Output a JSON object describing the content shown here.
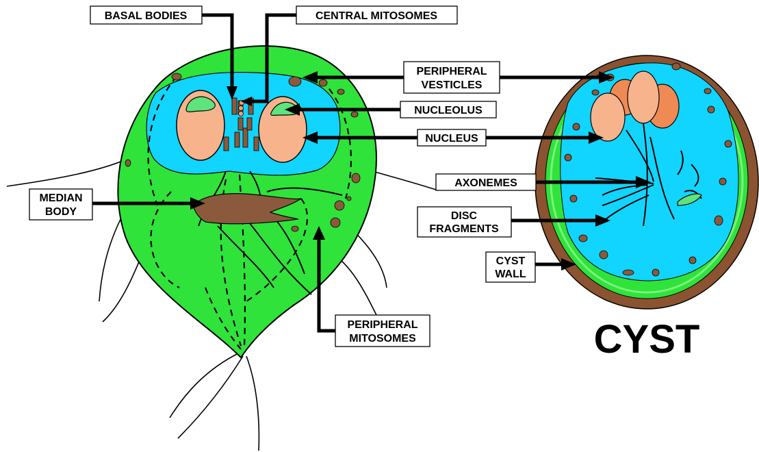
{
  "labels": {
    "basal_bodies": "BASAL BODIES",
    "central_mitosomes": "CENTRAL MITOSOMES",
    "peripheral_vesticles_1": "PERIPHERAL",
    "peripheral_vesticles_2": "VESTICLES",
    "nucleolus": "NUCLEOLUS",
    "nucleus": "NUCLEUS",
    "axonemes": "AXONEMES",
    "disc_fragments_1": "DISC",
    "disc_fragments_2": "FRAGMENTS",
    "cyst_wall_1": "CYST",
    "cyst_wall_2": "WALL",
    "median_body_1": "MEDIAN",
    "median_body_2": "BODY",
    "peripheral_mitosomes_1": "PERIPHERAL",
    "peripheral_mitosomes_2": "MITOSOMES",
    "cyst_title": "CYST"
  },
  "colors": {
    "cytoplasm_green": "#2fe33a",
    "inner_blue": "#11d4ff",
    "nucleus_peach": "#f7b38c",
    "nucleolus_green": "#5ee37d",
    "cyst_nucleus_orange": "#f08a55",
    "organelle_brown": "#8b5a3c",
    "cyst_wall_brown": "#8b5330",
    "mitosome_tan": "#f0a070",
    "label_box": "#ffffff",
    "ink": "#000000"
  }
}
